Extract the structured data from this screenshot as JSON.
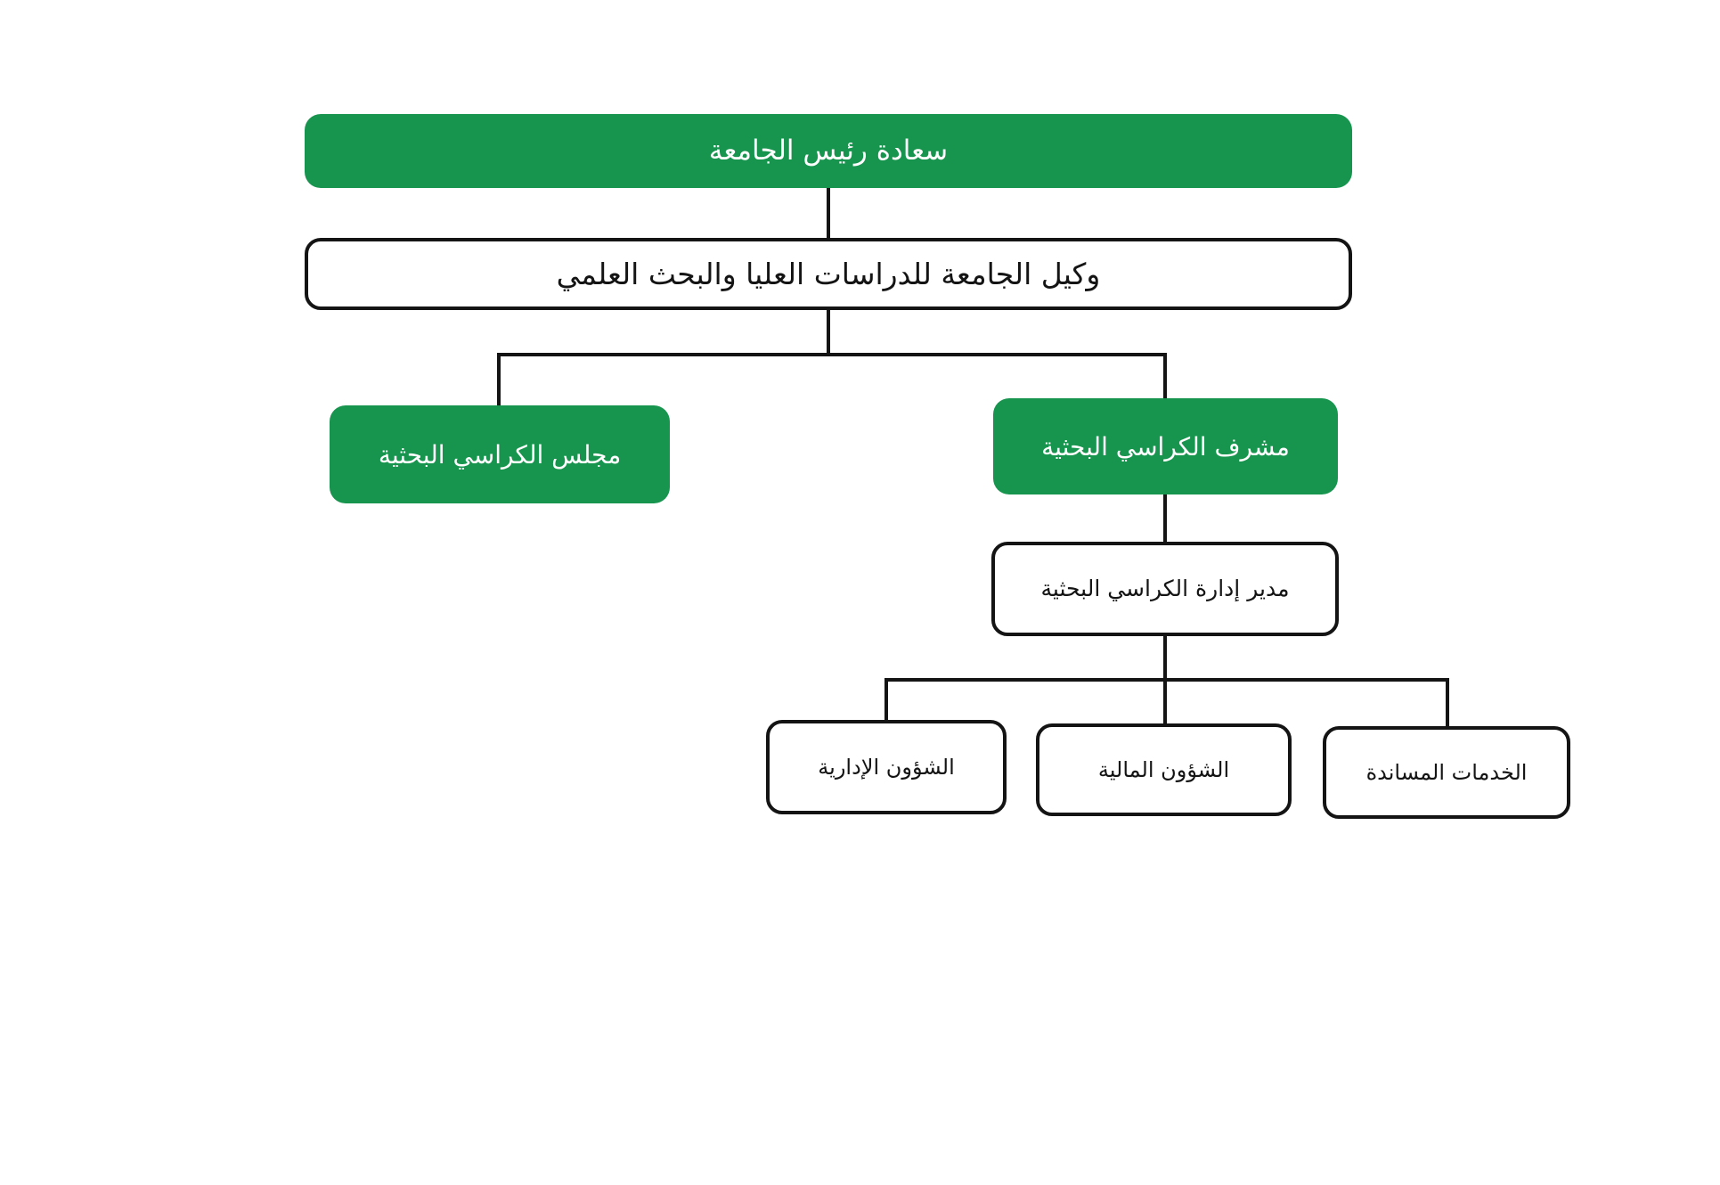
{
  "page": {
    "background": "#ffffff",
    "type": "organizational-chart"
  },
  "colors": {
    "primary_green": "#17954F",
    "box_border": "#141414",
    "connector_line": "#141414",
    "text_on_green": "#ffffff",
    "text_dark": "#141414"
  },
  "org": {
    "nodes": [
      {
        "id": "president",
        "label": "سعادة رئيس الجامعة",
        "style": "green"
      },
      {
        "id": "vice",
        "label": "وكيل الجامعة للدراسات العليا والبحث العلمي",
        "style": "white"
      },
      {
        "id": "council",
        "label": "مجلس الكراسي البحثية",
        "style": "green"
      },
      {
        "id": "supervisor",
        "label": "مشرف الكراسي البحثية",
        "style": "green"
      },
      {
        "id": "director",
        "label": "مدير إدارة الكراسي البحثية",
        "style": "white"
      },
      {
        "id": "admin",
        "label": "الشؤون الإدارية",
        "style": "white"
      },
      {
        "id": "finance",
        "label": "الشؤون المالية",
        "style": "white"
      },
      {
        "id": "support",
        "label": "الخدمات المساندة",
        "style": "white"
      }
    ],
    "edges": [
      [
        "president",
        "vice"
      ],
      [
        "vice",
        "council"
      ],
      [
        "vice",
        "supervisor"
      ],
      [
        "supervisor",
        "director"
      ],
      [
        "director",
        "admin"
      ],
      [
        "director",
        "finance"
      ],
      [
        "director",
        "support"
      ]
    ]
  }
}
